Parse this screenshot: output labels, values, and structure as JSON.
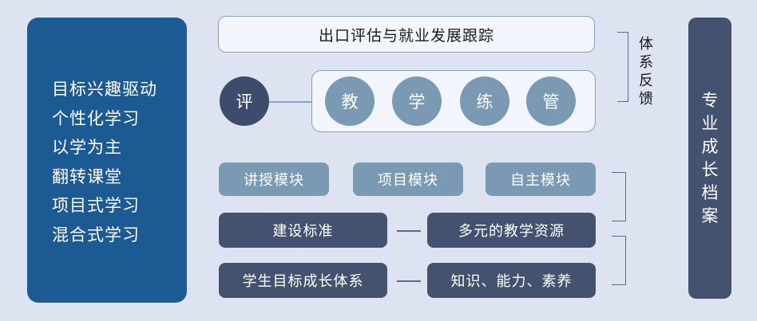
{
  "left_panel": {
    "items": [
      "目标兴趣驱动",
      "个性化学习",
      "以学为主",
      "翻转课堂",
      "项目式学习",
      "混合式学习"
    ]
  },
  "top_title": "出口评估与就业发展跟踪",
  "eval_node": "评",
  "ring_nodes": [
    "教",
    "学",
    "练",
    "管"
  ],
  "feedback_label": "体系反馈",
  "modules": [
    "讲授模块",
    "项目模块",
    "自主模块"
  ],
  "row1": {
    "left": "建设标准",
    "right": "多元的教学资源"
  },
  "row2": {
    "left": "学生目标成长体系",
    "right": "知识、能力、素养"
  },
  "right_panel": "专业成长档案"
}
